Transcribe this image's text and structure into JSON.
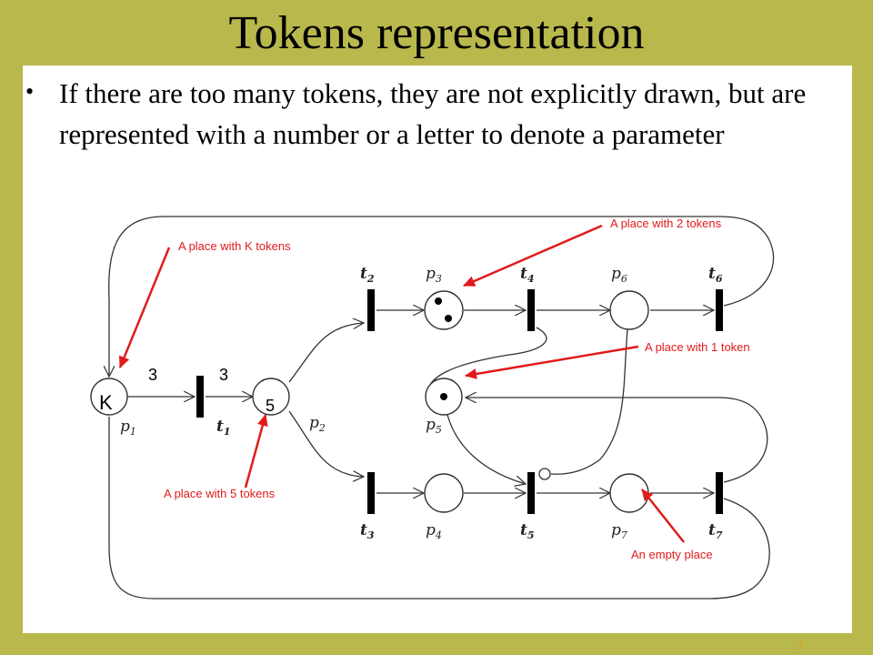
{
  "slide": {
    "title": "Tokens representation",
    "bullet": "If there are too many tokens, they are not explicitly drawn, but are represented with a number or a letter to denote a parameter",
    "page_number": "7"
  },
  "diagram": {
    "places": {
      "p1": {
        "name": "p",
        "sub": "1",
        "tokens": "K"
      },
      "p2": {
        "name": "p",
        "sub": "2",
        "tokens": "5"
      },
      "p3": {
        "name": "p",
        "sub": "3"
      },
      "p4": {
        "name": "p",
        "sub": "4"
      },
      "p5": {
        "name": "p",
        "sub": "5"
      },
      "p6": {
        "name": "p",
        "sub": "6"
      },
      "p7": {
        "name": "p",
        "sub": "7"
      }
    },
    "transitions": {
      "t1": {
        "name": "t",
        "sub": "1"
      },
      "t2": {
        "name": "t",
        "sub": "2"
      },
      "t3": {
        "name": "t",
        "sub": "3"
      },
      "t4": {
        "name": "t",
        "sub": "4"
      },
      "t5": {
        "name": "t",
        "sub": "5"
      },
      "t6": {
        "name": "t",
        "sub": "6"
      },
      "t7": {
        "name": "t",
        "sub": "7"
      }
    },
    "weights": {
      "p1_t1": "3",
      "t1_p2": "3"
    },
    "annotations": {
      "k_tokens": "A place with K tokens",
      "two_tokens": "A place with 2 tokens",
      "one_token": "A place with 1 token",
      "five_tokens": "A place with 5 tokens",
      "empty": "An empty place"
    },
    "colors": {
      "annotation": "#e01b1b",
      "background": "#b8b84c"
    }
  }
}
